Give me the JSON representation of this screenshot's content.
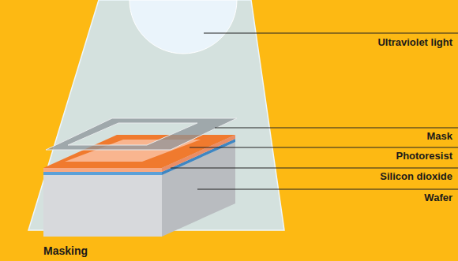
{
  "diagram": {
    "caption": "Masking",
    "labels": [
      "Ultraviolet light",
      "Mask",
      "Photoresist",
      "Silicon dioxide",
      "Wafer"
    ]
  }
}
